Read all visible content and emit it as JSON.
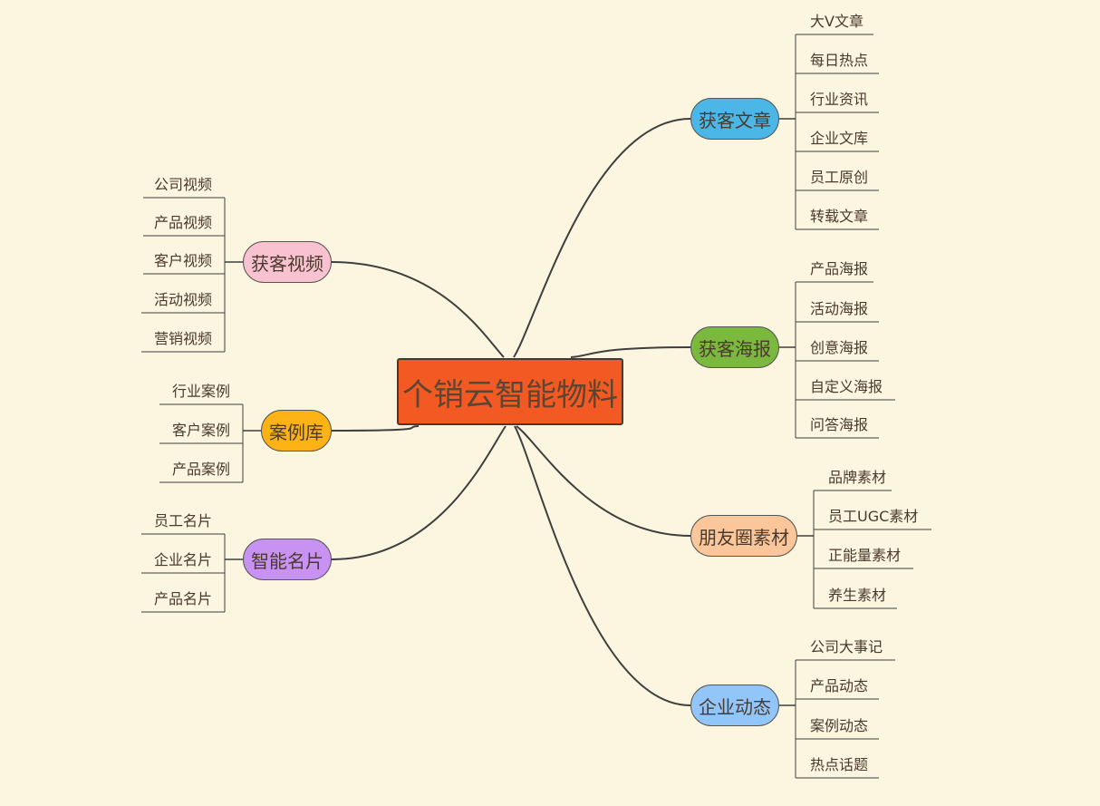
{
  "root": {
    "label": "个销云智能物料",
    "color": "#f35a23"
  },
  "right_branches": [
    {
      "label": "获客文章",
      "color": "#4cb6e6",
      "leaves": [
        "大V文章",
        "每日热点",
        "行业资讯",
        "企业文库",
        "员工原创",
        "转载文章"
      ]
    },
    {
      "label": "获客海报",
      "color": "#7bb83e",
      "leaves": [
        "产品海报",
        "活动海报",
        "创意海报",
        "自定义海报",
        "问答海报"
      ]
    },
    {
      "label": "朋友圈素材",
      "color": "#fbc79a",
      "leaves": [
        "品牌素材",
        "员工UGC素材",
        "正能量素材",
        "养生素材"
      ]
    },
    {
      "label": "企业动态",
      "color": "#92c6fb",
      "leaves": [
        "公司大事记",
        "产品动态",
        "案例动态",
        "热点话题"
      ]
    }
  ],
  "left_branches": [
    {
      "label": "获客视频",
      "color": "#f8c2d0",
      "leaves": [
        "公司视频",
        "产品视频",
        "客户视频",
        "活动视频",
        "营销视频"
      ]
    },
    {
      "label": "案例库",
      "color": "#fdb316",
      "leaves": [
        "行业案例",
        "客户案例",
        "产品案例"
      ]
    },
    {
      "label": "智能名片",
      "color": "#c892f3",
      "leaves": [
        "员工名片",
        "企业名片",
        "产品名片"
      ]
    }
  ]
}
